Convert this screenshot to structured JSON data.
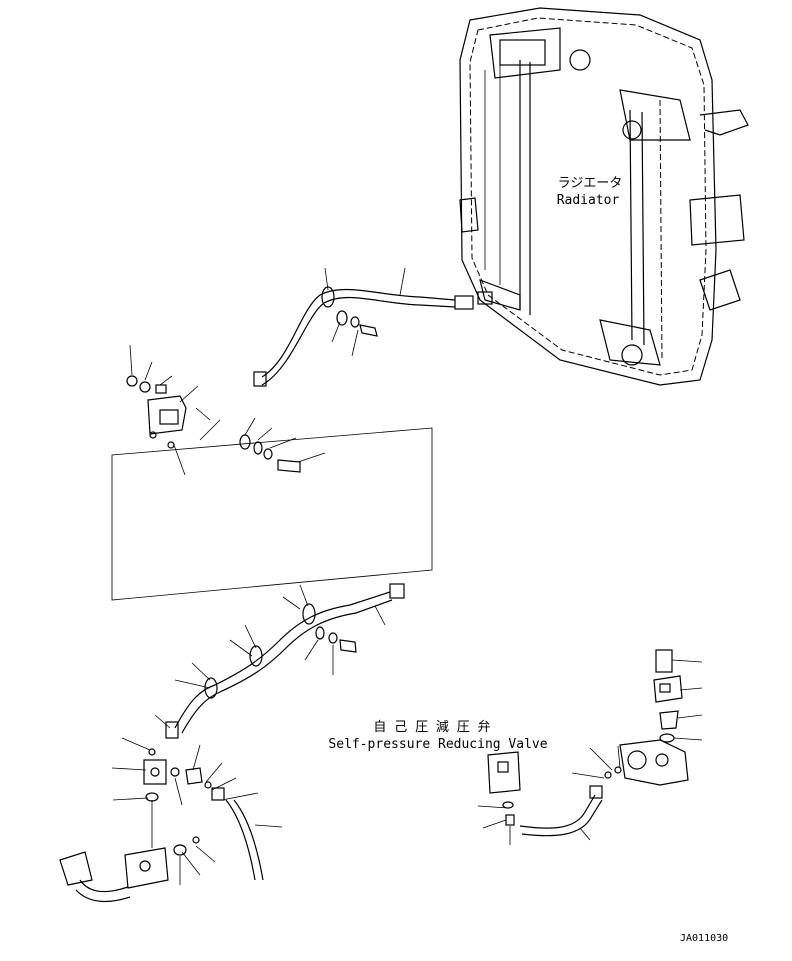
{
  "labels": {
    "radiator_jp": "ラジエータ",
    "radiator_en": "Radiator",
    "valve_jp": "自 己 圧 減 圧 弁",
    "valve_en": "Self-pressure Reducing Valve",
    "drawing_code": "JA011030"
  }
}
